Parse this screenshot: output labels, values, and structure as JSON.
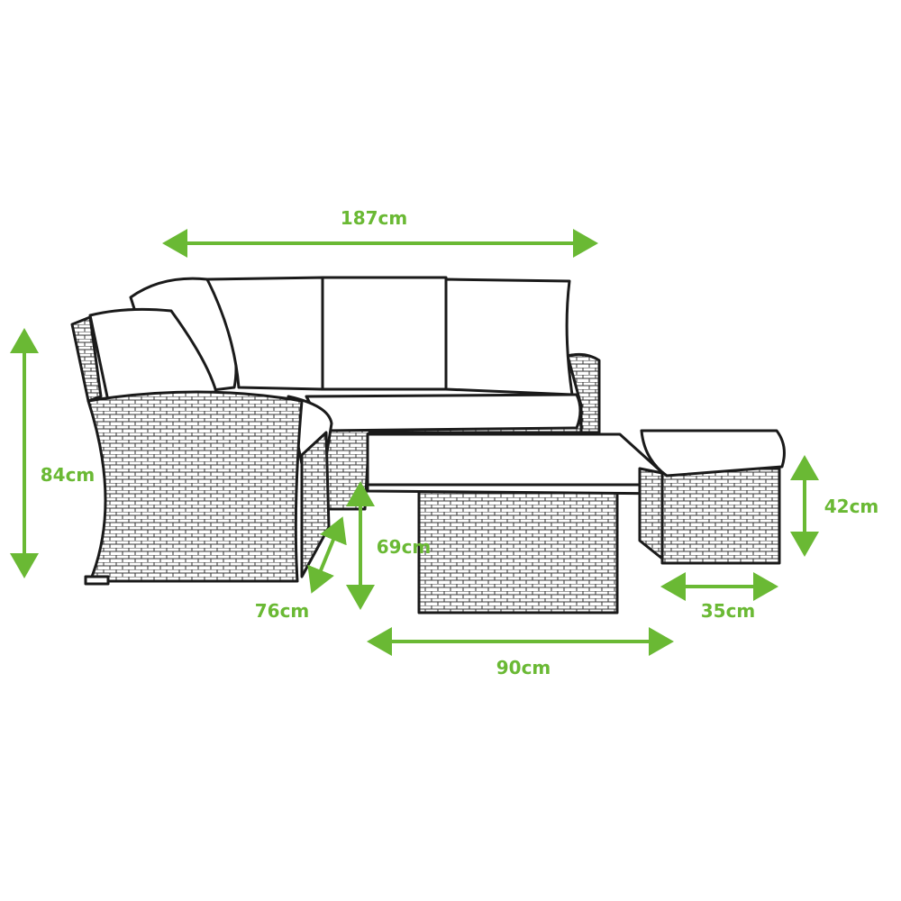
{
  "colors": {
    "dimension": "#6ab934",
    "outline": "#1a1a1a"
  },
  "dimensions": {
    "sofa_width": "187cm",
    "sofa_height": "84cm",
    "sofa_depth": "76cm",
    "table_height": "69cm",
    "table_width": "90cm",
    "stool_height": "42cm",
    "stool_width": "35cm"
  }
}
